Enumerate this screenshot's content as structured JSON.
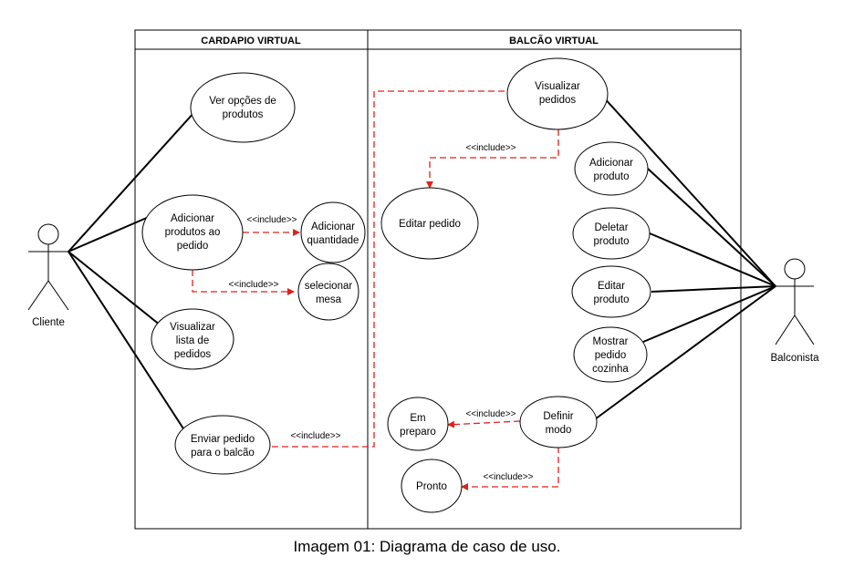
{
  "swimlanes": {
    "left_title": "CARDAPIO VIRTUAL",
    "right_title": "BALCÃO VIRTUAL"
  },
  "actors": {
    "cliente": "Cliente",
    "balconista": "Balconista"
  },
  "use_cases": {
    "ver_opcoes": [
      "Ver opções de",
      "produtos"
    ],
    "adicionar_produtos": [
      "Adicionar",
      "produtos ao",
      "pedido"
    ],
    "adicionar_quantidade": [
      "Adicionar",
      "quantidade"
    ],
    "selecionar_mesa": [
      "selecionar",
      "mesa"
    ],
    "visualizar_lista": [
      "Visualizar",
      "lista de",
      "pedidos"
    ],
    "enviar_pedido": [
      "Enviar pedido",
      "para o balcão"
    ],
    "visualizar_pedidos": [
      "Visualizar",
      "pedidos"
    ],
    "editar_pedido": [
      "Editar pedido"
    ],
    "adicionar_produto": [
      "Adicionar",
      "produto"
    ],
    "deletar_produto": [
      "Deletar",
      "produto"
    ],
    "editar_produto": [
      "Editar",
      "produto"
    ],
    "mostrar_pedido": [
      "Mostrar",
      "pedido",
      "cozinha"
    ],
    "definir_modo": [
      "Definir",
      "modo"
    ],
    "em_preparo": [
      "Em",
      "preparo"
    ],
    "pronto": [
      "Pronto"
    ]
  },
  "relations": {
    "include_label": "<<include>>"
  },
  "colors": {
    "include_line": "#e0211d",
    "association_line": "#000000"
  },
  "caption": "Imagem 01: Diagrama de caso de uso."
}
